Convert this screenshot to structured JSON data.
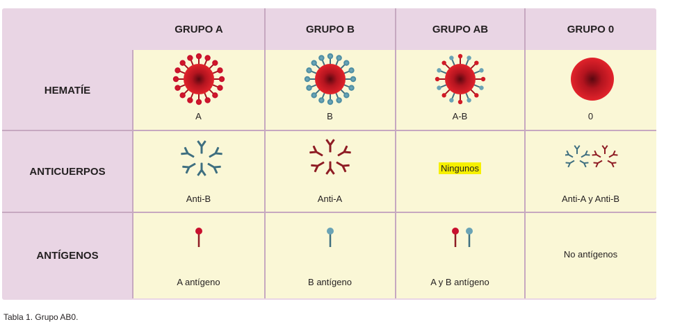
{
  "colors": {
    "accent_red": "#c8102e",
    "accent_blue": "#4e8ea3",
    "highlight": "#f6f000"
  },
  "header": {
    "group_a": "GRUPO A",
    "group_b": "GRUPO B",
    "group_ab": "GRUPO AB",
    "group_0": "GRUPO 0"
  },
  "rows": {
    "hematie": "HEMATÍE",
    "anticuerpos": "ANTICUERPOS",
    "antigenos": "ANTÍGENOS"
  },
  "hematie": {
    "a": "A",
    "b": "B",
    "ab": "A-B",
    "o": "0"
  },
  "anticuerpos": {
    "a": "Anti-B",
    "b": "Anti-A",
    "ab": "Ningunos",
    "o": "Anti-A y Anti-B"
  },
  "antigenos": {
    "a": "A antígeno",
    "b": "B antígeno",
    "ab": "A y B antígeno",
    "o": "No antígenos"
  },
  "caption": "Tabla 1. Grupo AB0.",
  "icons": [
    "red-cell-a-icon",
    "red-cell-b-icon",
    "red-cell-ab-icon",
    "red-cell-0-icon",
    "antibody-cluster-icon",
    "antigen-pin-icon"
  ]
}
